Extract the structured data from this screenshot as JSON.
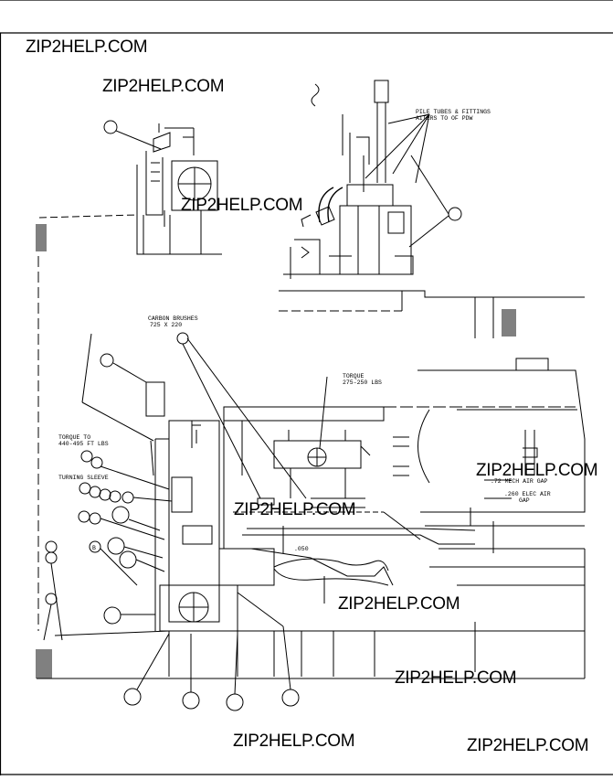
{
  "watermark": "ZIP2HELP.COM",
  "labels": {
    "tubes_fittings": "PILE TUBES & FITTINGS",
    "tubes_fittings_2": "AITERS TO OF PDW",
    "carbon_brushes": "CARBON BRUSHES",
    "carbon_brushes_2": "725 X 220",
    "torque_top": "TORQUE",
    "torque_top_2": "275-250 LBS",
    "torque_left": "TORQUE TO",
    "torque_left_2": "440-495 FT LBS",
    "turning_sleeve": "TURNING SLEEVE",
    "mech_air_gap": ".72 MECH AIR GAP",
    "elec_air_gap": ".260 ELEC AIR",
    "elec_air_gap_2": "GAP",
    "dim_050": ".050",
    "ref_b": "B"
  }
}
